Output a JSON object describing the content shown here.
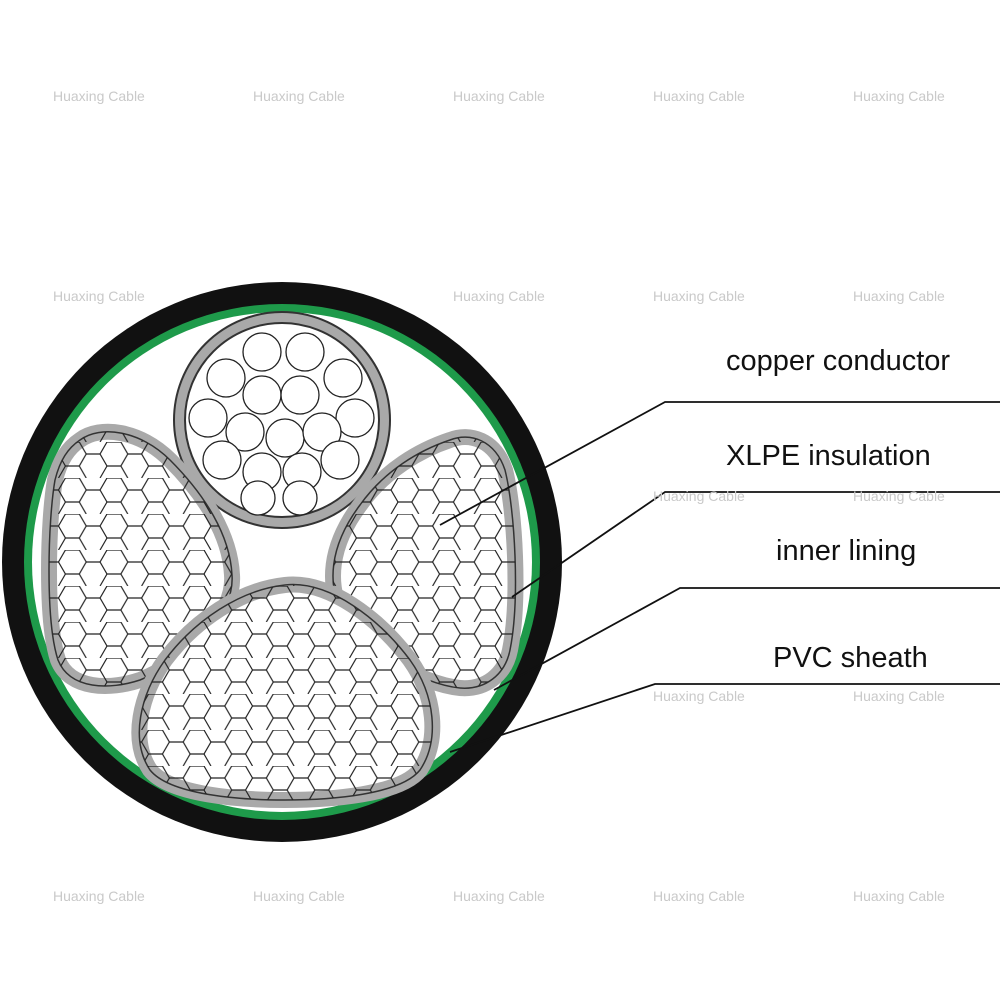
{
  "labels": {
    "copper_conductor": "copper conductor",
    "xlpe_insulation": "XLPE insulation",
    "inner_lining": "inner lining",
    "pvc_sheath": "PVC sheath"
  },
  "watermark": "Huaxing Cable",
  "colors": {
    "sheath": "#111111",
    "inner_lining": "#1e9a4a",
    "insulation": "#a9a9a9",
    "conductor_fill": "#ffffff",
    "strand_line": "#222222"
  }
}
